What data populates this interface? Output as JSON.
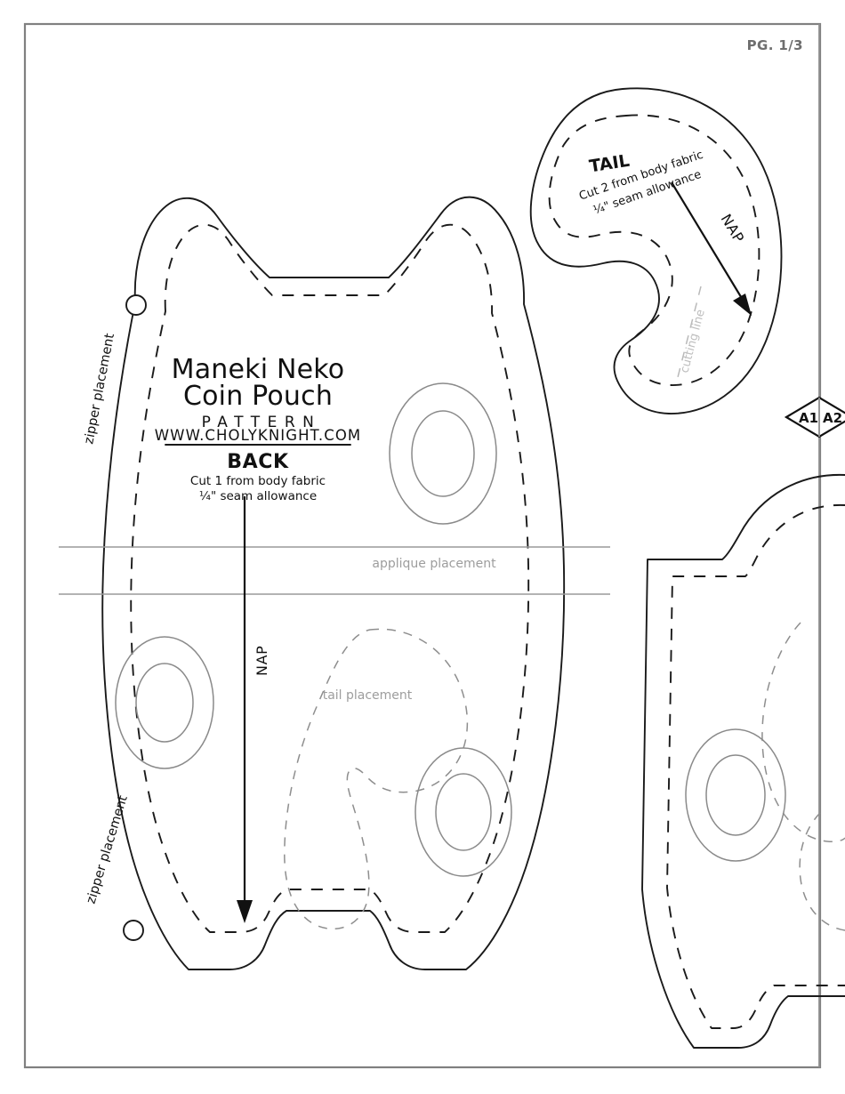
{
  "page": {
    "label": "PG. 1/3",
    "border_color": "#808080",
    "tile_line_color": "#8f8f8f"
  },
  "title_block": {
    "line1": "Maneki Neko",
    "line2": "Coin Pouch",
    "subtitle": "PATTERN",
    "url": "WWW.CHOLYKNIGHT.COM"
  },
  "pieces": {
    "back": {
      "name": "BACK",
      "cut_note": "Cut 1 from body fabric",
      "seam_note": "¼\" seam allowance",
      "nap_label": "NAP",
      "zipper_label_top": "zipper placement",
      "zipper_label_bottom": "zipper placement",
      "applique_label": "applique placement",
      "tail_label": "tail placement"
    },
    "tail": {
      "name": "TAIL",
      "cut_note": "Cut 2 from body fabric",
      "seam_note": "¼\" seam allowance",
      "nap_label": "NAP",
      "cutting_label": "cutting line"
    }
  },
  "registration": {
    "left_label": "A1",
    "right_label": "A2"
  },
  "colors": {
    "cut_line": "#1a1a1a",
    "seam_line": "#1a1a1a",
    "ghost_line": "#8e8e8e",
    "coin_line": "#8a8a8a",
    "guide_line": "#9a9a9a",
    "ghost_text": "#9d9d9d",
    "page_text": "#6e6e6e"
  }
}
